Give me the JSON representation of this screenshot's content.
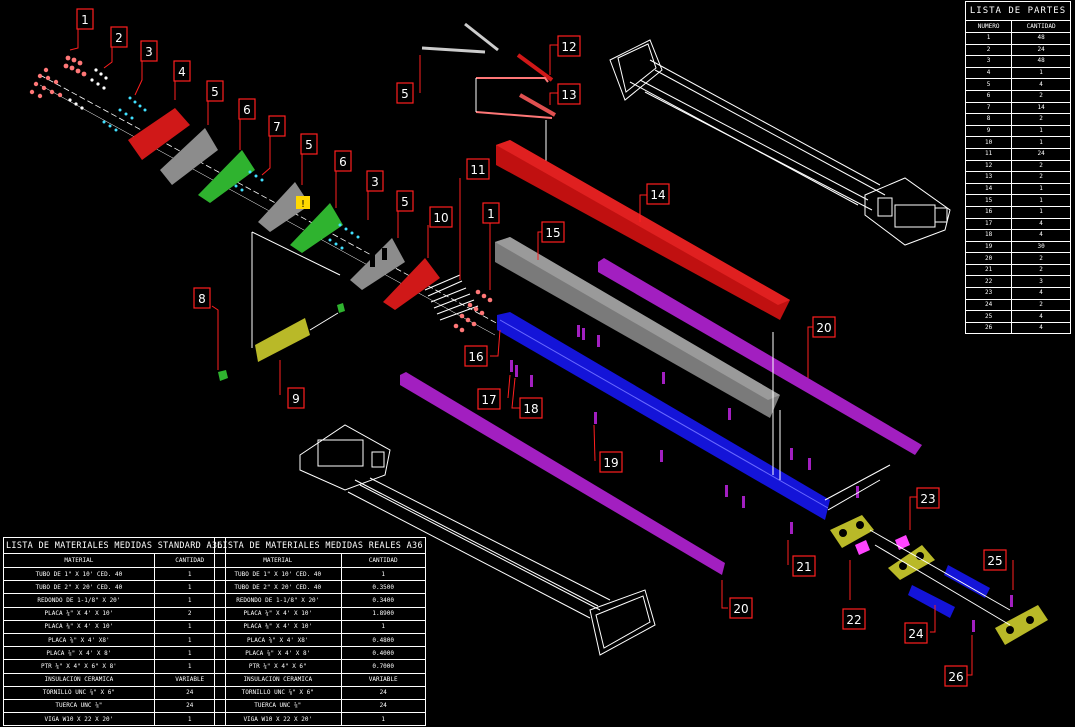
{
  "parts_list": {
    "title": "LISTA DE PARTES",
    "headers": [
      "NUMERO",
      "CANTIDAD"
    ],
    "rows": [
      [
        "1",
        "48"
      ],
      [
        "2",
        "24"
      ],
      [
        "3",
        "48"
      ],
      [
        "4",
        "1"
      ],
      [
        "5",
        "4"
      ],
      [
        "6",
        "2"
      ],
      [
        "7",
        "14"
      ],
      [
        "8",
        "2"
      ],
      [
        "9",
        "1"
      ],
      [
        "10",
        "1"
      ],
      [
        "11",
        "24"
      ],
      [
        "12",
        "2"
      ],
      [
        "13",
        "2"
      ],
      [
        "14",
        "1"
      ],
      [
        "15",
        "1"
      ],
      [
        "16",
        "1"
      ],
      [
        "17",
        "4"
      ],
      [
        "18",
        "4"
      ],
      [
        "19",
        "30"
      ],
      [
        "20",
        "2"
      ],
      [
        "21",
        "2"
      ],
      [
        "22",
        "3"
      ],
      [
        "23",
        "4"
      ],
      [
        "24",
        "2"
      ],
      [
        "25",
        "4"
      ],
      [
        "26",
        "4"
      ]
    ]
  },
  "materials_standard": {
    "title": "LISTA DE MATERIALES MEDIDAS STANDARD A36",
    "headers": [
      "MATERIAL",
      "CANTIDAD"
    ],
    "rows": [
      [
        "TUBO DE 1\" X 10' CED. 40",
        "1"
      ],
      [
        "TUBO DE 2\" X 20' CED. 40",
        "1"
      ],
      [
        "REDONDO DE 1-1/8\" X 20'",
        "1"
      ],
      [
        "PLACA ¼\" X 4' X 10'",
        "2"
      ],
      [
        "PLACA ⅜\" X 4' X 10'",
        "1"
      ],
      [
        "PLACA ⅝\" X 4' X8'",
        "1"
      ],
      [
        "PLACA ⅞\" X 4' X 8'",
        "1"
      ],
      [
        "PTR ¼\" X 4\" X 6\" X 8'",
        "1"
      ],
      [
        "INSULACION CERAMICA",
        "VARIABLE"
      ],
      [
        "TORNILLO UNC ⅞\" X 6\"",
        "24"
      ],
      [
        "TUERCA UNC ⅞\"",
        "24"
      ],
      [
        "VIGA W10 X 22 X 20'",
        "1"
      ]
    ]
  },
  "materials_real": {
    "title": "LISTA DE MATERIALES MEDIDAS REALES A36",
    "headers": [
      "MATERIAL",
      "CANTIDAD"
    ],
    "rows": [
      [
        "TUBO DE 1\" X 10' CED. 40",
        "1"
      ],
      [
        "TUBO DE 2\" X 20' CED. 40",
        "0.3500"
      ],
      [
        "REDONDO DE 1-1/8\" X 20'",
        "0.3400"
      ],
      [
        "PLACA ¼\" X 4' X 10'",
        "1.8900"
      ],
      [
        "PLACA ⅜\" X 4' X 10'",
        "1"
      ],
      [
        "PLACA ⅝\" X 4' X8'",
        "0.4800"
      ],
      [
        "PLACA ⅞\" X 4' X 8'",
        "0.4000"
      ],
      [
        "PTR ¼\" X 4\" X 6\"",
        "0.7000"
      ],
      [
        "INSULACION CERAMICA",
        "VARIABLE"
      ],
      [
        "TORNILLO UNC ⅞\" X 6\"",
        "24"
      ],
      [
        "TUERCA UNC ⅞\"",
        "24"
      ],
      [
        "VIGA W10 X 22 X 20'",
        "1"
      ]
    ]
  },
  "callouts": [
    "1",
    "2",
    "3",
    "4",
    "5",
    "6",
    "7",
    "5",
    "6",
    "3",
    "5",
    "10",
    "11",
    "1",
    "8",
    "9",
    "12",
    "13",
    "5",
    "14",
    "15",
    "16",
    "17",
    "18",
    "19",
    "20",
    "20",
    "21",
    "22",
    "23",
    "24",
    "25",
    "26"
  ],
  "warning_symbol": "!",
  "colors": {
    "red": "#d01818",
    "gray": "#8c8c8c",
    "green": "#2fb32f",
    "blue": "#1414d8",
    "purple": "#a21fc0",
    "yellow": "#b9b928",
    "pink": "#ff44ff",
    "cyan": "#40e0ff",
    "salmon": "#ff7777",
    "callout": "#ff1f1f"
  }
}
